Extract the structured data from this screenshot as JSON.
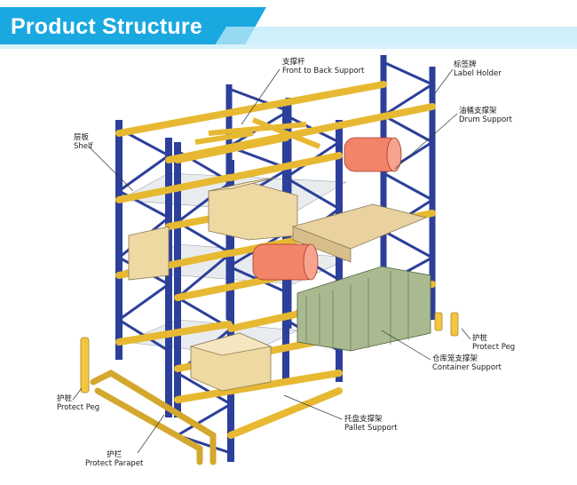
{
  "header": {
    "title": "Product Structure"
  },
  "labels": {
    "front_to_back_support": {
      "zh": "支撑杆",
      "en": "Front to Back Support"
    },
    "label_holder": {
      "zh": "标签牌",
      "en": "Label Holder"
    },
    "drum_support": {
      "zh": "油桶支撑架",
      "en": "Drum Support"
    },
    "shelf": {
      "zh": "层板",
      "en": "Shelf"
    },
    "protect_peg_right": {
      "zh": "护桩",
      "en": "Protect Peg"
    },
    "container_support": {
      "zh": "仓库笼支撑架",
      "en": "Container Support"
    },
    "protect_peg_left": {
      "zh": "护桩",
      "en": "Protect Peg"
    },
    "pallet_support": {
      "zh": "托盘支撑架",
      "en": "Pallet Support"
    },
    "protect_parapet": {
      "zh": "护栏",
      "en": "Protect Parapet"
    }
  },
  "colors": {
    "header_blue": "#1aa8e0",
    "header_light": "#bfe9f8",
    "upright_blue": "#2c3f9a",
    "beam_yellow": "#f3cd52",
    "box_tan": "#efd9a2",
    "drum_red": "#f2846a",
    "container_green": "#a9b990",
    "guard_yellow": "#f5c542"
  }
}
